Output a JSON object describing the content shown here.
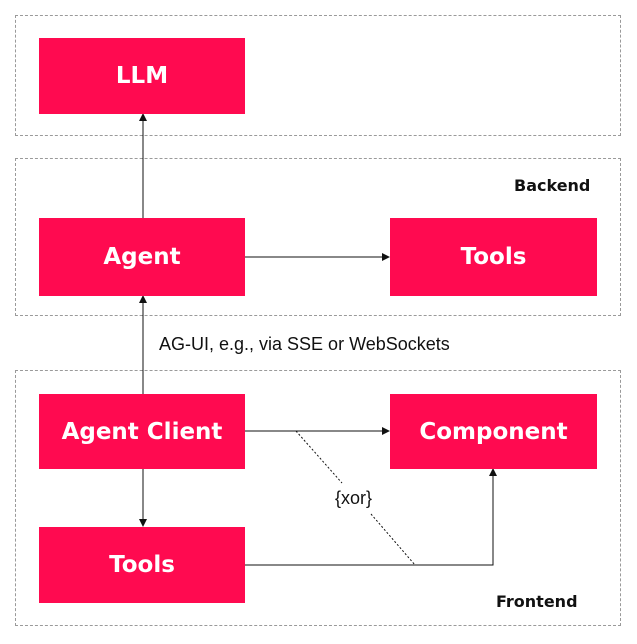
{
  "regions": {
    "backend_label": "Backend",
    "frontend_label": "Frontend"
  },
  "nodes": {
    "llm": "LLM",
    "agent": "Agent",
    "backend_tools": "Tools",
    "agent_client": "Agent Client",
    "component": "Component",
    "frontend_tools": "Tools"
  },
  "edges": {
    "protocol_label": "AG-UI, e.g., via SSE or WebSockets",
    "xor_label": "{xor}"
  },
  "colors": {
    "node_fill": "#ff0a50",
    "node_text": "#ffffff",
    "region_border": "#9a9a9a",
    "wire": "#111111"
  }
}
